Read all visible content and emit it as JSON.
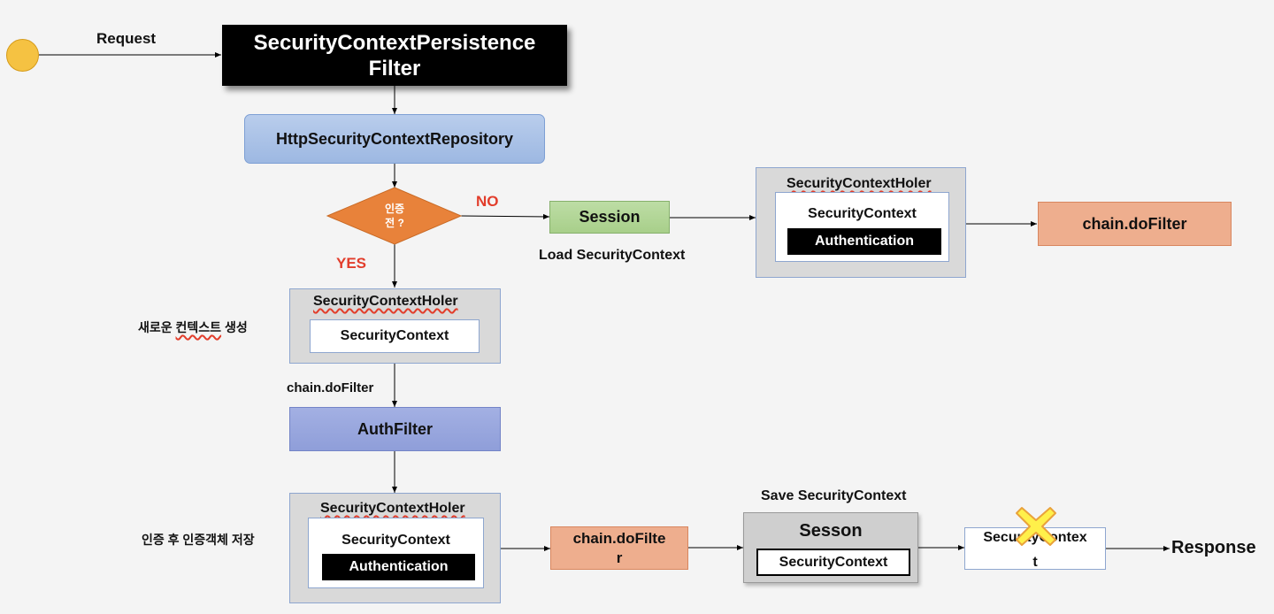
{
  "start": {
    "request_label": "Request"
  },
  "persistence_filter": {
    "line1": "SecurityContextPersistence",
    "line2": "Filter"
  },
  "repository": {
    "label": "HttpSecurityContextRepository"
  },
  "decision": {
    "line1": "인증",
    "line2": "전 ?",
    "no_label": "NO",
    "yes_label": "YES"
  },
  "session_load": {
    "label": "Session",
    "caption": "Load SecurityContext"
  },
  "holder_loaded": {
    "title": "SecurityContextHoler",
    "context": "SecurityContext",
    "auth": "Authentication"
  },
  "chain_top": {
    "label": "chain.doFilter"
  },
  "new_context": {
    "caption": "새로운 컨텍스트 생성",
    "caption_a": "새로운 ",
    "caption_b": "컨텍스트",
    "caption_c": " 생성",
    "title": "SecurityContextHoler",
    "context": "SecurityContext"
  },
  "chain_mid": {
    "label": "chain.doFilter"
  },
  "auth_filter": {
    "label": "AuthFilter"
  },
  "holder_auth": {
    "caption": "인증 후 인증객체 저장",
    "title": "SecurityContextHoler",
    "context": "SecurityContext",
    "auth": "Authentication"
  },
  "chain_bottom": {
    "line1": "chain.doFilte",
    "line2": "r"
  },
  "session_save": {
    "caption": "Save SecurityContext",
    "title": "Sesson",
    "context": "SecurityContext"
  },
  "cleared": {
    "line1": "SecurityContex",
    "line2": "t"
  },
  "response": {
    "label": "Response"
  },
  "colors": {
    "start": "#f5c242",
    "decision": "#e8823a",
    "red_label": "#e23d2b",
    "x_mark": "#fff04a"
  }
}
